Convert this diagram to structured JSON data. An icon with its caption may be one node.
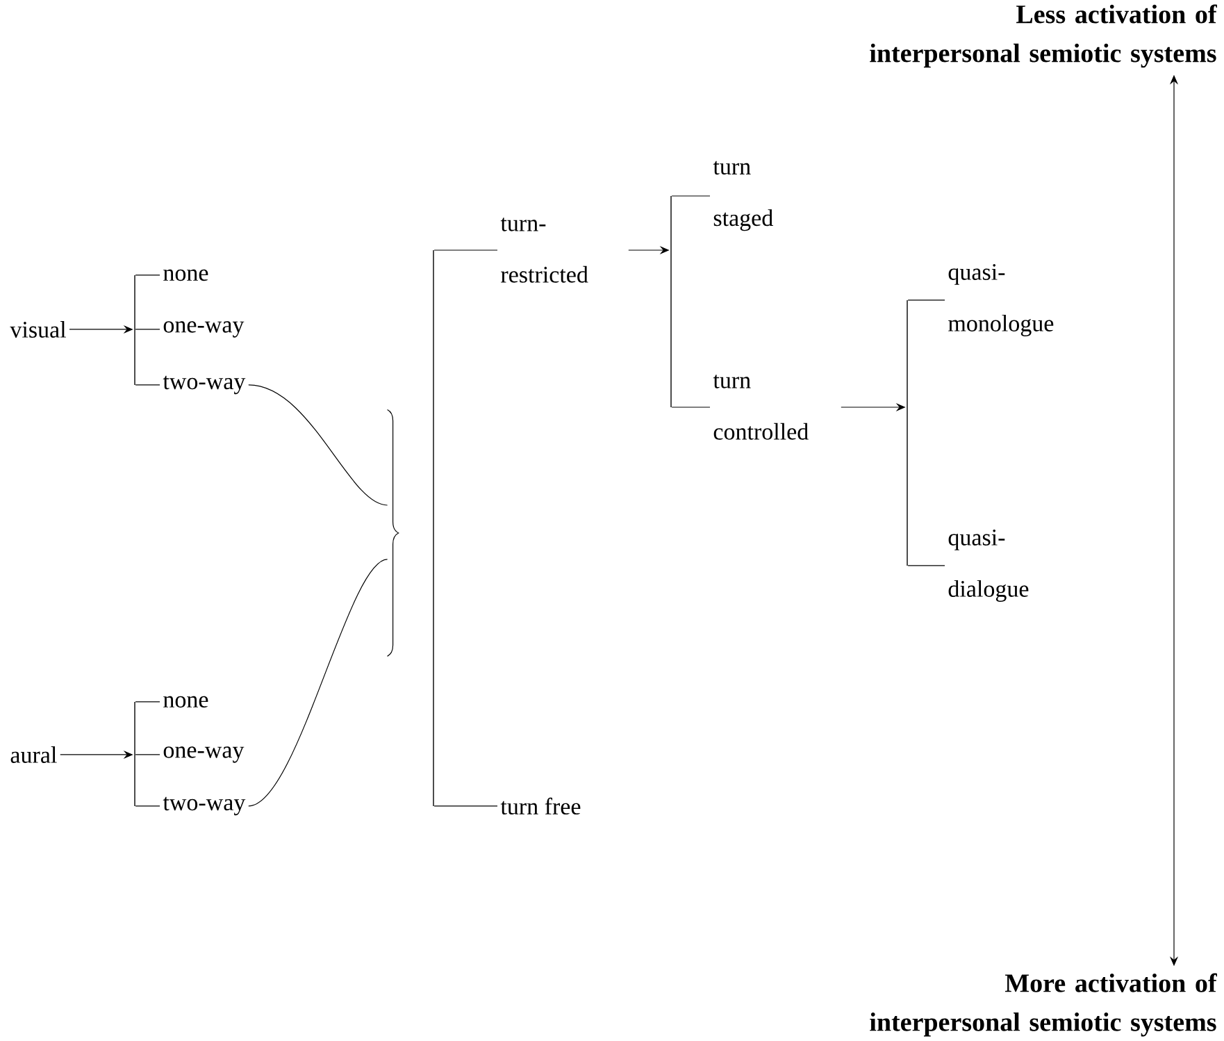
{
  "diagram": {
    "nodes": [
      {
        "text": [
          "visual"
        ]
      },
      {
        "text": [],
        "shape": "bar"
      },
      {
        "text": [
          "none"
        ]
      },
      {
        "text": [
          "one-way"
        ]
      },
      {
        "text": [
          "two-way"
        ]
      },
      {
        "text": [
          "aural"
        ]
      },
      {
        "text": [],
        "shape": "bar"
      },
      {
        "text": [
          "none"
        ]
      },
      {
        "text": [
          "one-way"
        ]
      },
      {
        "text": [
          "two-way"
        ]
      },
      {
        "text": [],
        "shape": "brace"
      },
      {
        "text": [],
        "shape": "bar"
      },
      {
        "text": [
          "turn- restricted"
        ]
      },
      {
        "text": [
          "turn free"
        ]
      },
      {
        "text": [],
        "shape": "bar"
      },
      {
        "text": [
          "turn staged"
        ]
      },
      {
        "text": [
          "turn controlled"
        ]
      },
      {
        "text": [],
        "shape": "bar"
      },
      {
        "text": [
          "quasi- monologue"
        ]
      },
      {
        "text": [
          "quasi- dialogue"
        ]
      },
      {
        "text": [
          "Less activation of interpersonal semiotic systems"
        ]
      },
      {
        "text": [
          "More activation of interpersonal semiotic systems"
        ]
      }
    ],
    "edges": [
      {
        "from": 0,
        "to": 1,
        "arrow": "to"
      },
      {
        "from": 1,
        "to": 2,
        "arrow": "none"
      },
      {
        "from": 1,
        "to": 3,
        "arrow": "none"
      },
      {
        "from": 1,
        "to": 4,
        "arrow": "none"
      },
      {
        "from": 5,
        "to": 6,
        "arrow": "to"
      },
      {
        "from": 6,
        "to": 7,
        "arrow": "none"
      },
      {
        "from": 6,
        "to": 8,
        "arrow": "none"
      },
      {
        "from": 6,
        "to": 9,
        "arrow": "none"
      },
      {
        "from": 4,
        "to": 10,
        "arrow": "none"
      },
      {
        "from": 9,
        "to": 10,
        "arrow": "none"
      },
      {
        "from": 11,
        "to": 12,
        "arrow": "none"
      },
      {
        "from": 11,
        "to": 13,
        "arrow": "none"
      },
      {
        "from": 12,
        "to": 14,
        "arrow": "to"
      },
      {
        "from": 14,
        "to": 15,
        "arrow": "none"
      },
      {
        "from": 14,
        "to": 16,
        "arrow": "none"
      },
      {
        "from": 16,
        "to": 17,
        "arrow": "to"
      },
      {
        "from": 17,
        "to": 18,
        "arrow": "none"
      },
      {
        "from": 17,
        "to": 19,
        "arrow": "none"
      },
      {
        "from": 20,
        "to": 21,
        "arrow": "both"
      }
    ]
  }
}
